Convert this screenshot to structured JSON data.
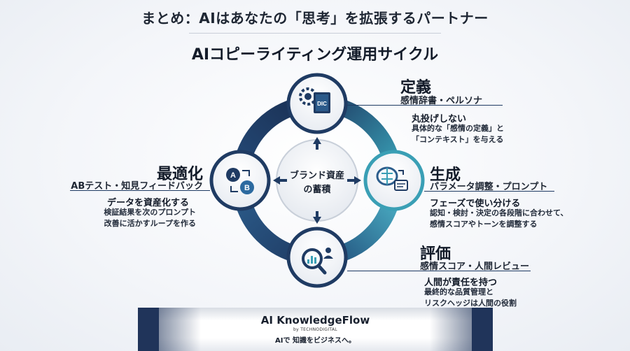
{
  "header": {
    "summary": "まとめ：AIはあなたの「思考」を拡張するパートナー",
    "cycle_title": "AIコピーライティング運用サイクル"
  },
  "center": {
    "line1": "ブランド資産",
    "line2": "の蓄積"
  },
  "stages": {
    "define": {
      "title": "定義",
      "subtitle": "感情辞書・ペルソナ",
      "desc_heading": "丸投げしない",
      "desc_line1": "具体的な「感情の定義」と",
      "desc_line2": "「コンテキスト」を与える",
      "icon_label": "DIC"
    },
    "generate": {
      "title": "生成",
      "subtitle": "パラメータ調整・プロンプト",
      "desc_heading": "フェーズで使い分ける",
      "desc_line1": "認知・検討・決定の各段階に合わせて、",
      "desc_line2": "感情スコアやトーンを調整する"
    },
    "evaluate": {
      "title": "評価",
      "subtitle": "感情スコア・人間レビュー",
      "desc_heading": "人間が責任を持つ",
      "desc_line1": "最終的な品質管理と",
      "desc_line2": "リスクヘッジは人間の役割"
    },
    "optimize": {
      "title": "最適化",
      "subtitle": "ABテスト・知見フィードバック",
      "desc_heading": "データを資産化する",
      "desc_line1": "検証結果を次のプロンプト",
      "desc_line2": "改善に活かすループを作る",
      "icon_a": "A",
      "icon_b": "B"
    }
  },
  "footer": {
    "brand": "AI KnowledgeFlow",
    "by": "by TECHNODIGITAL",
    "tagline": "AIで 知識をビジネスへ。"
  },
  "colors": {
    "navy": "#1f3b63",
    "teal": "#3a9fb5",
    "light_teal": "#5fc0d2"
  }
}
